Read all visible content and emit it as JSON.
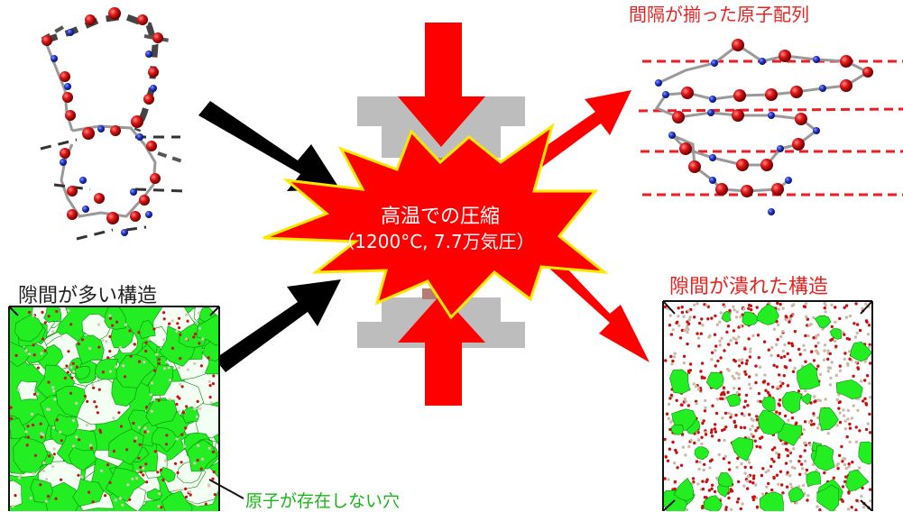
{
  "center_burst": {
    "line1": "高温での圧縮",
    "line2": "（1200°C, 7.7万気圧）"
  },
  "labels": {
    "porous_structure": "隙間が多い構造",
    "collapsed_structure": "隙間が潰れた構造",
    "ordered_arrangement": "間隔が揃った原子配列",
    "void_note": "原子が存在しない穴"
  },
  "colors": {
    "arrow_red": "#ff0000",
    "arrow_black": "#000000",
    "burst_fill": "#ff0000",
    "burst_outline": "#ffe800",
    "anvil_gray": "#bdbdbd",
    "void_green": "#22ee22",
    "oxygen_red": "#cc1010",
    "silicon_blue": "#2233bb",
    "guide_line_red": "#ee1c24"
  },
  "icons": {
    "press": "press-anvil-icon",
    "burst": "explosion-burst-icon"
  }
}
